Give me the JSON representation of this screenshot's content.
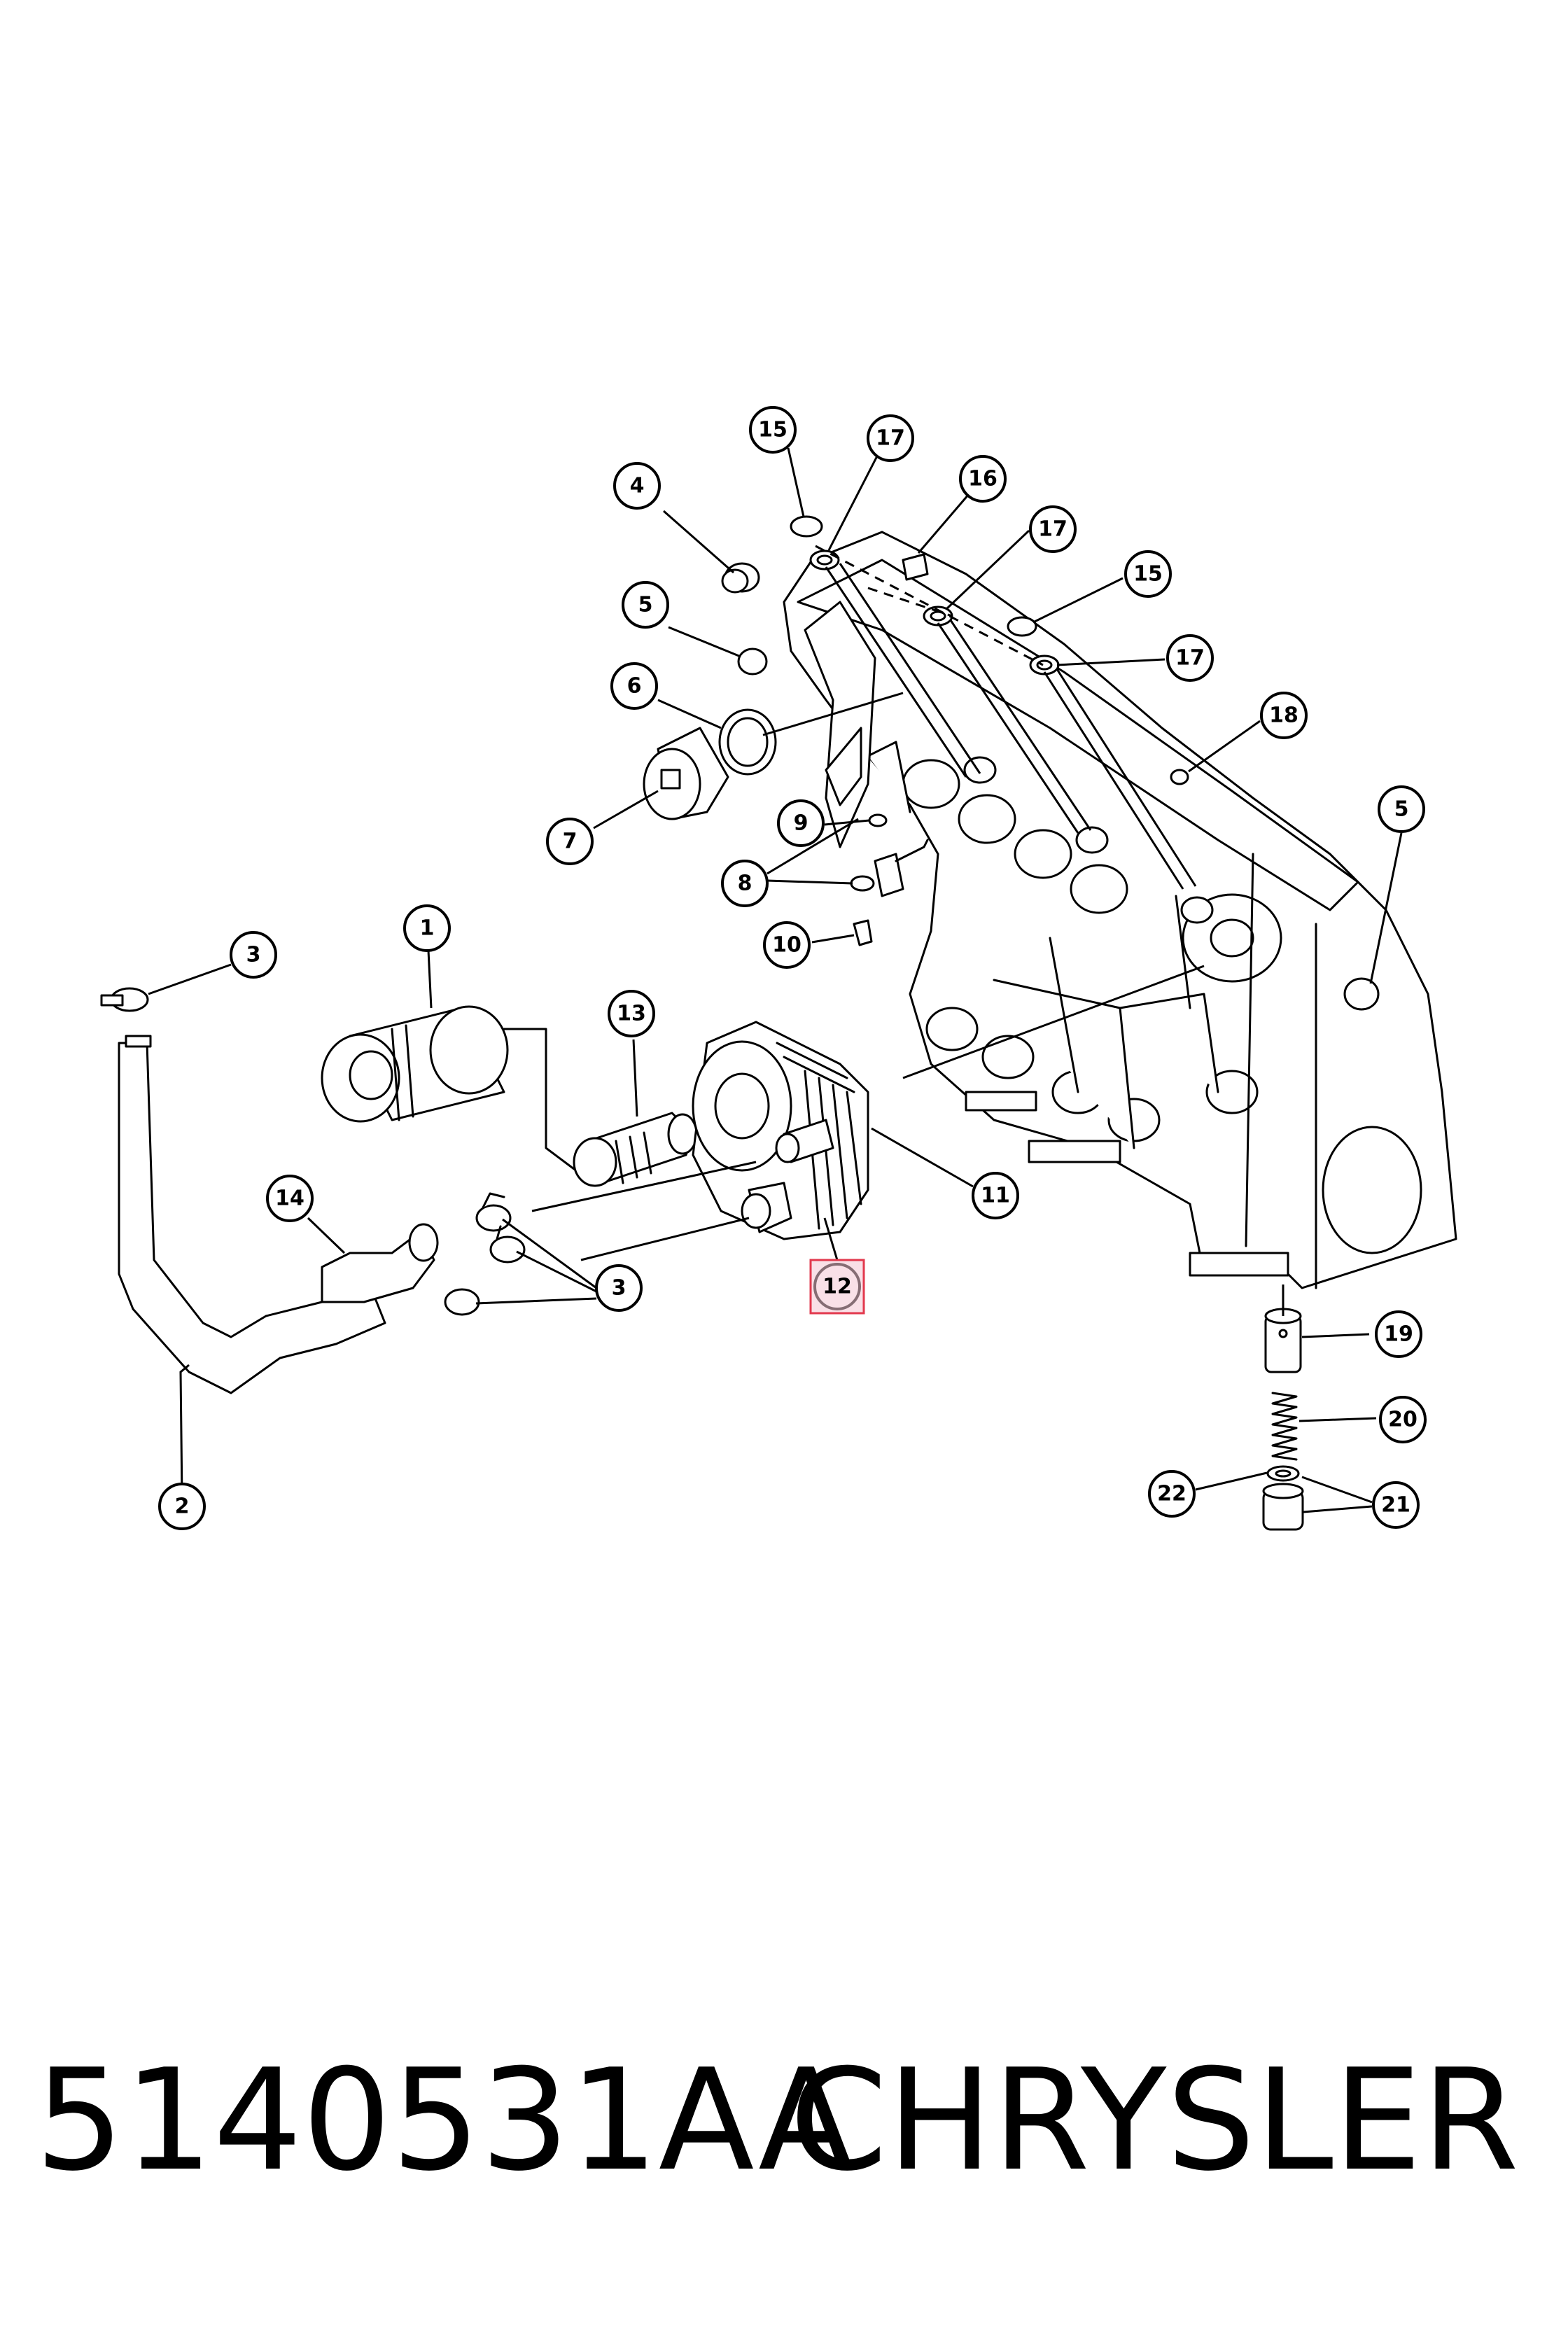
{
  "diagram": {
    "callouts": [
      {
        "id": "c1",
        "label": "1"
      },
      {
        "id": "c2",
        "label": "2"
      },
      {
        "id": "c3a",
        "label": "3"
      },
      {
        "id": "c3b",
        "label": "3"
      },
      {
        "id": "c4",
        "label": "4"
      },
      {
        "id": "c5a",
        "label": "5"
      },
      {
        "id": "c5b",
        "label": "5"
      },
      {
        "id": "c6",
        "label": "6"
      },
      {
        "id": "c7",
        "label": "7"
      },
      {
        "id": "c8",
        "label": "8"
      },
      {
        "id": "c9",
        "label": "9"
      },
      {
        "id": "c10",
        "label": "10"
      },
      {
        "id": "c11",
        "label": "11"
      },
      {
        "id": "c12",
        "label": "12",
        "highlighted": true
      },
      {
        "id": "c13",
        "label": "13"
      },
      {
        "id": "c14",
        "label": "14"
      },
      {
        "id": "c15a",
        "label": "15"
      },
      {
        "id": "c15b",
        "label": "15"
      },
      {
        "id": "c16",
        "label": "16"
      },
      {
        "id": "c17a",
        "label": "17"
      },
      {
        "id": "c17b",
        "label": "17"
      },
      {
        "id": "c17c",
        "label": "17"
      },
      {
        "id": "c18",
        "label": "18"
      },
      {
        "id": "c19",
        "label": "19"
      },
      {
        "id": "c20",
        "label": "20"
      },
      {
        "id": "c21",
        "label": "21"
      },
      {
        "id": "c22",
        "label": "22"
      }
    ],
    "highlight_color": "#e2384d"
  },
  "caption": {
    "part_number": "5140531AA",
    "brand": "CHRYSLER"
  }
}
